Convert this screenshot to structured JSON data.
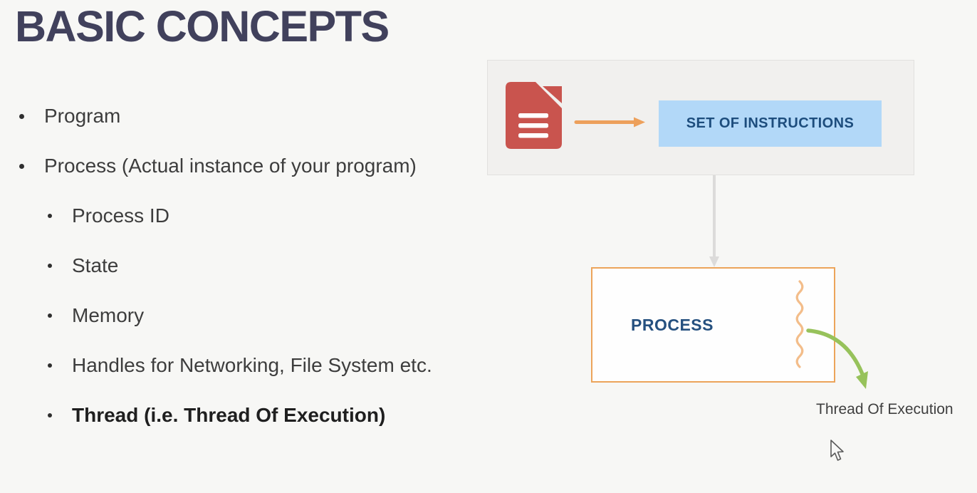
{
  "slide": {
    "title": "BASIC CONCEPTS",
    "bullets": [
      {
        "label": "Program",
        "level": 1
      },
      {
        "label": "Process (Actual instance of your program)",
        "level": 1
      },
      {
        "label": "Process ID",
        "level": 2
      },
      {
        "label": "State",
        "level": 2
      },
      {
        "label": "Memory",
        "level": 2
      },
      {
        "label": "Handles for Networking, File System etc.",
        "level": 2
      },
      {
        "label": "Thread (i.e. Thread Of Execution)",
        "level": 2,
        "emphasis": true
      }
    ],
    "diagram": {
      "source_panel": {
        "document_icon": "document-file-icon",
        "flow_arrow_icon": "right-arrow-icon",
        "instructions_label": "SET OF INSTRUCTIONS"
      },
      "connector_icon": "down-arrow-connector",
      "process_box": {
        "label": "PROCESS",
        "squiggle_icon": "thread-squiggle-icon"
      },
      "thread_annotation": {
        "arrow_icon": "curved-green-arrow-icon",
        "label": "Thread Of Execution"
      }
    },
    "cursor_icon": "mouse-pointer-icon",
    "colors": {
      "page_background": "#f7f7f5",
      "title_text": "#41415c",
      "body_text": "#3d3d3d",
      "panel_background": "#f1f0ee",
      "document_red": "#c9544e",
      "arrow_orange": "#eda05b",
      "instructions_blue_bg": "#b2d8f8",
      "navy_label_text": "#1d4d7d",
      "process_border_orange": "#eca45a",
      "squiggle_orange": "#f3bd8a",
      "thread_arrow_green": "#97c25b",
      "connector_gray": "#dcdbda"
    }
  }
}
